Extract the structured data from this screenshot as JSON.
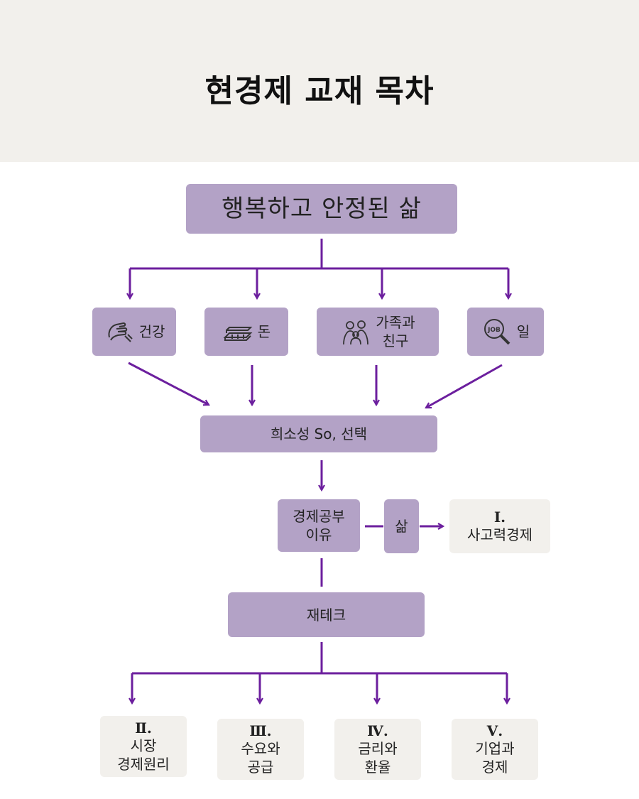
{
  "title": "현경제 교재 목차",
  "colors": {
    "node_purple": "#b3a2c6",
    "arrow": "#6c1f9e",
    "node_light": "#f2f0ec",
    "header_bg": "#f2f0ec"
  },
  "top": "행복하고 안정된 삶",
  "factors": [
    {
      "label": "건강",
      "icon": "hand-icon"
    },
    {
      "label": "돈",
      "icon": "money-stack-icon"
    },
    {
      "label_line1": "가족과",
      "label_line2": "친구",
      "icon": "family-icon"
    },
    {
      "label": "일",
      "icon": "job-search-icon"
    }
  ],
  "scarcity": "희소성 So, 선택",
  "reason": {
    "line1": "경제공부",
    "line2": "이유"
  },
  "life": "삶",
  "chapters": [
    {
      "num": "Ⅰ.",
      "line1": "사고력경제"
    },
    {
      "num": "Ⅱ.",
      "line1": "시장",
      "line2": "경제원리"
    },
    {
      "num": "Ⅲ.",
      "line1": "수요와",
      "line2": "공급"
    },
    {
      "num": "Ⅳ.",
      "line1": "금리와",
      "line2": "환율"
    },
    {
      "num": "Ⅴ.",
      "line1": "기업과",
      "line2": "경제"
    }
  ],
  "finance": "재테크"
}
